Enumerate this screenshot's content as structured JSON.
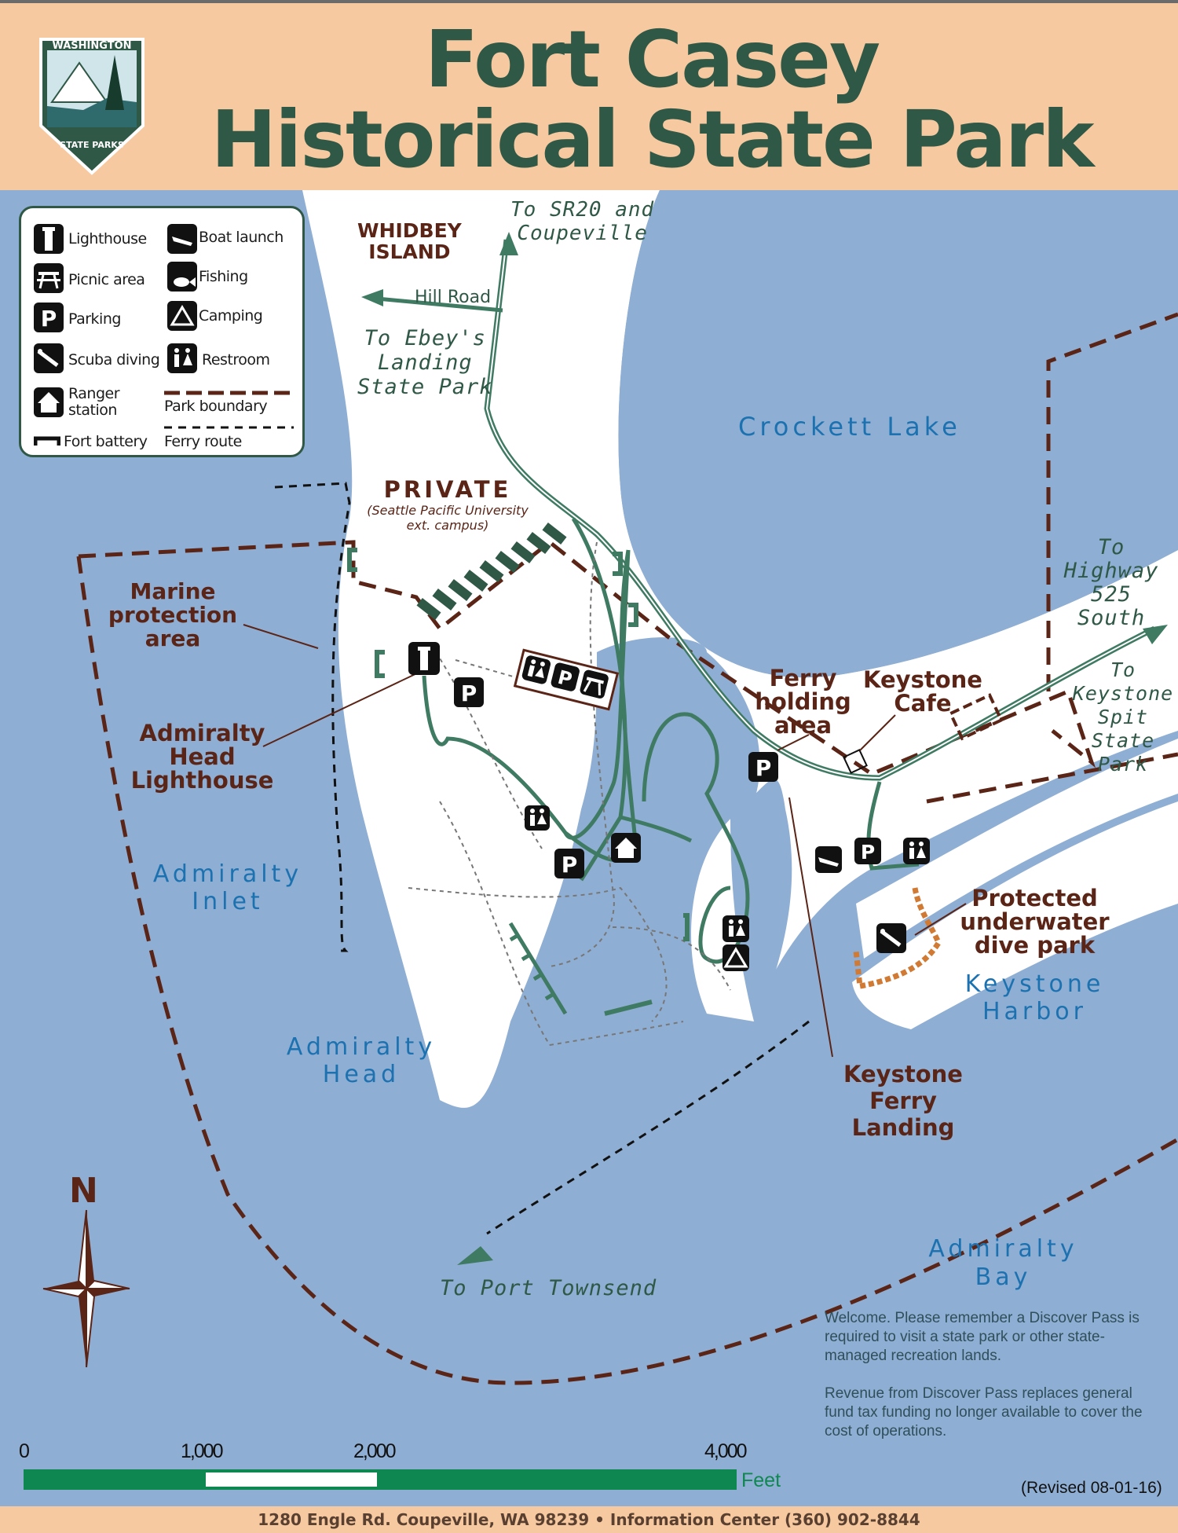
{
  "header": {
    "title_line1": "Fort Casey",
    "title_line2": "Historical  State Park",
    "logo_top": "WASHINGTON",
    "logo_bottom": "STATE PARKS"
  },
  "legend": {
    "items": [
      {
        "label": "Lighthouse",
        "icon": "lighthouse-icon"
      },
      {
        "label": "Boat launch",
        "icon": "boat-launch-icon"
      },
      {
        "label": "Picnic area",
        "icon": "picnic-table-icon"
      },
      {
        "label": "Fishing",
        "icon": "fish-icon"
      },
      {
        "label": "Parking",
        "icon": "parking-icon"
      },
      {
        "label": "Camping",
        "icon": "tent-icon"
      },
      {
        "label": "Scuba diving",
        "icon": "scuba-diver-icon"
      },
      {
        "label": "Restroom",
        "icon": "restroom-icon"
      },
      {
        "label": "Ranger station",
        "icon": "ranger-station-icon"
      },
      {
        "label": "Park boundary",
        "icon": "dashed-line-icon"
      },
      {
        "label": "Fort battery",
        "icon": "battery-icon"
      },
      {
        "label": "Ferry route",
        "icon": "dotted-line-icon"
      }
    ]
  },
  "labels": {
    "whidbey_l1": "WHIDBEY",
    "whidbey_l2": "ISLAND",
    "sr20_l1": "To SR20 and",
    "sr20_l2": "Coupeville",
    "hill_road": "Hill Road",
    "ebeys_l1": "To Ebey's",
    "ebeys_l2": "Landing",
    "ebeys_l3": "State Park",
    "crockett": "Crockett Lake",
    "private": "PRIVATE",
    "private_sub1": "(Seattle Pacific University",
    "private_sub2": "ext. campus)",
    "marine_l1": "Marine",
    "marine_l2": "protection",
    "marine_l3": "area",
    "lighthouse_l1": "Admiralty",
    "lighthouse_l2": "Head",
    "lighthouse_l3": "Lighthouse",
    "ferry_hold_l1": "Ferry",
    "ferry_hold_l2": "holding",
    "ferry_hold_l3": "area",
    "cafe_l1": "Keystone",
    "cafe_l2": "Cafe",
    "hwy_l1": "To",
    "hwy_l2": "Highway",
    "hwy_l3": "525",
    "hwy_l4": "South",
    "spit_l1": "To",
    "spit_l2": "Keystone",
    "spit_l3": "Spit",
    "spit_l4": "State",
    "spit_l5": "Park",
    "inlet_l1": "Admiralty",
    "inlet_l2": "Inlet",
    "dive_l1": "Protected",
    "dive_l2": "underwater",
    "dive_l3": "dive park",
    "harbor_l1": "Keystone",
    "harbor_l2": "Harbor",
    "head_l1": "Admiralty",
    "head_l2": "Head",
    "landing_l1": "Keystone",
    "landing_l2": "Ferry",
    "landing_l3": "Landing",
    "bay_l1": "Admiralty",
    "bay_l2": "Bay",
    "port_townsend": "To Port Townsend",
    "north": "N"
  },
  "welcome": {
    "p1": "Welcome. Please remember a Discover Pass is required to visit a state park or other state-managed recreation lands.",
    "p2": "Revenue from Discover Pass replaces general fund tax funding no longer available to cover the cost of operations."
  },
  "scale": {
    "ticks": [
      "0",
      "1,000",
      "2,000",
      "4,000"
    ],
    "unit": "Feet"
  },
  "revised": "(Revised 08-01-16)",
  "footer": "1280 Engle Rd. Coupeville, WA 98239  •  Information Center (360) 902-8844",
  "colors": {
    "water": "#8faed3",
    "land": "#ffffff",
    "header_bg": "#f7c9a0",
    "title": "#2f5846",
    "boundary": "#5a2416",
    "road": "#3f7a63",
    "water_label": "#1c72b0"
  }
}
